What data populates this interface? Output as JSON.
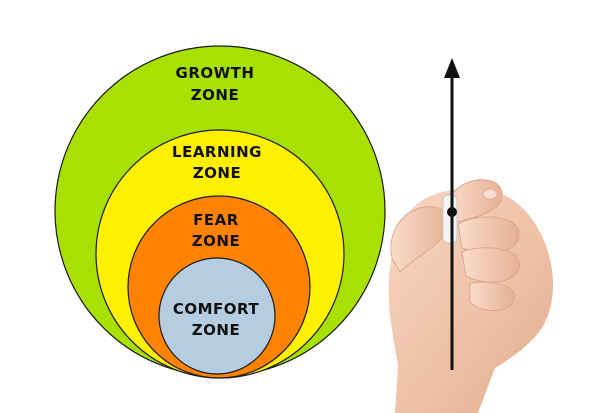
{
  "diagram": {
    "zones": [
      {
        "id": "growth",
        "line1": "GROWTH",
        "line2": "ZONE",
        "color": "#A8E000"
      },
      {
        "id": "learning",
        "line1": "LEARNING",
        "line2": "ZONE",
        "color": "#FFF000"
      },
      {
        "id": "fear",
        "line1": "FEAR",
        "line2": "ZONE",
        "color": "#FF8200"
      },
      {
        "id": "comfort",
        "line1": "COMFORT",
        "line2": "ZONE",
        "color": "#B5CDE0"
      }
    ],
    "outline_color": "#1a1a1a",
    "arrow_color": "#111111",
    "skin_color": "#F3C9B0"
  }
}
